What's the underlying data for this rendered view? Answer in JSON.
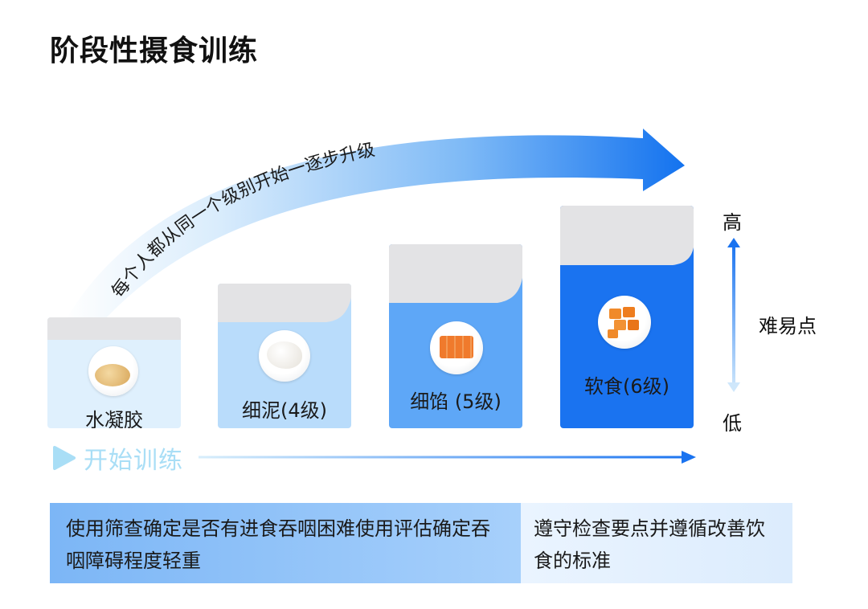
{
  "title": "阶段性摄食训练",
  "arc_text": "每个人都从同一个级别开始一逐步升级",
  "steps": [
    {
      "label": "水凝胶",
      "fill": "#dff0fd",
      "text_color": "#1a1a1a",
      "food": "gel"
    },
    {
      "label": "细泥(4级)",
      "fill": "#b9dcfb",
      "text_color": "#1a1a1a",
      "food": "puree"
    },
    {
      "label": "细馅 (5级)",
      "fill": "#5ea7f7",
      "text_color": "#1a1a1a",
      "food": "minced"
    },
    {
      "label": "软食(6级)",
      "fill": "#1a73f0",
      "text_color": "#1a1a1a",
      "food": "soft"
    }
  ],
  "difficulty": {
    "high": "高",
    "label": "难易点",
    "low": "低"
  },
  "start_label": "开始训练",
  "panels": {
    "left": "使用筛查确定是否有进食吞咽困难使用评估确定吞咽障碍程度轻重",
    "right": "遵守检查要点并遵循改善饮食的标准"
  },
  "colors": {
    "accent": "#1a73f0",
    "light": "#a9def6",
    "cap_gray": "#e3e3e5"
  }
}
